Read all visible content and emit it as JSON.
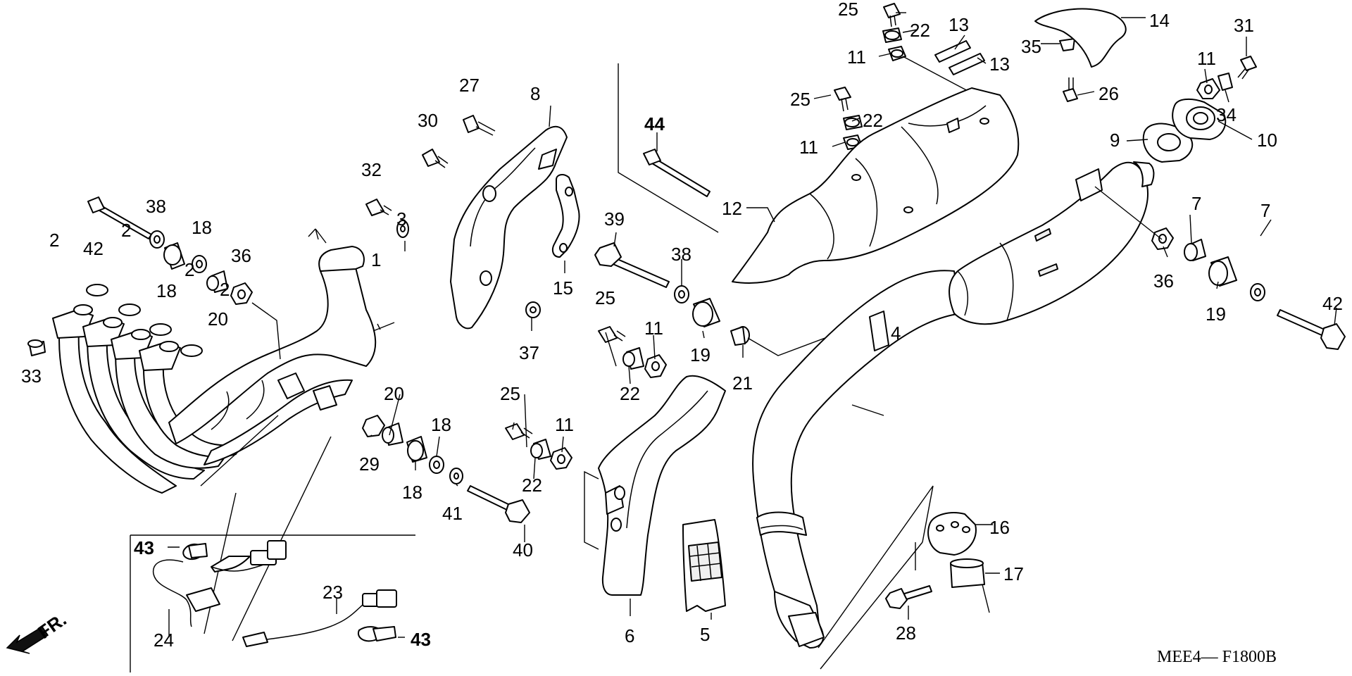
{
  "diagram_code": "MEE4— F1800B",
  "direction_label": "FR.",
  "callouts": {
    "c1": "1",
    "c2a": "2",
    "c2b": "2",
    "c2c": "2",
    "c2d": "2",
    "c3": "3",
    "c4": "4",
    "c5": "5",
    "c6": "6",
    "c7a": "7",
    "c7b": "7",
    "c8": "8",
    "c9": "9",
    "c10": "10",
    "c11a": "11",
    "c11b": "11",
    "c11c": "11",
    "c11d": "11",
    "c11e": "11",
    "c12": "12",
    "c13a": "13",
    "c13b": "13",
    "c14": "14",
    "c15": "15",
    "c16": "16",
    "c17": "17",
    "c18a": "18",
    "c18b": "18",
    "c18c": "18",
    "c18d": "18",
    "c19a": "19",
    "c19b": "19",
    "c20a": "20",
    "c20b": "20",
    "c21": "21",
    "c22a": "22",
    "c22b": "22",
    "c22c": "22",
    "c22d": "22",
    "c23": "23",
    "c24": "24",
    "c25a": "25",
    "c25b": "25",
    "c25c": "25",
    "c25d": "25",
    "c26": "26",
    "c27": "27",
    "c28": "28",
    "c29": "29",
    "c30": "30",
    "c31": "31",
    "c32": "32",
    "c33": "33",
    "c34": "34",
    "c35": "35",
    "c36a": "36",
    "c36b": "36",
    "c37": "37",
    "c38a": "38",
    "c38b": "38",
    "c39": "39",
    "c40": "40",
    "c41": "41",
    "c42a": "42",
    "c42b": "42",
    "c43a": "43",
    "c43b": "43",
    "c44": "44"
  }
}
